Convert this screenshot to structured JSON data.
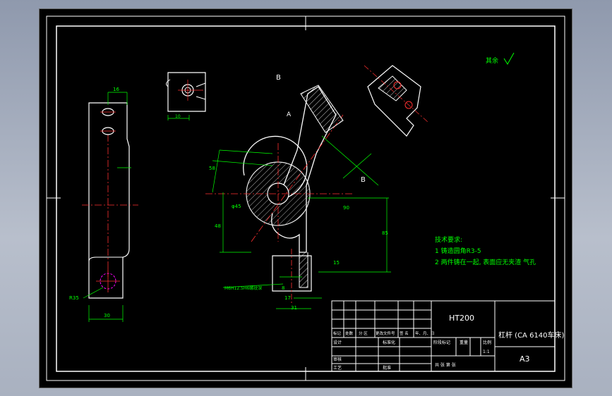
{
  "drawing": {
    "section_labels": {
      "b_left": "B",
      "b_right": "B",
      "a_arrow": "A"
    },
    "roughness_note": "其余",
    "tech_requirements": {
      "title": "技术要求:",
      "item1": "1 铸造圆角R3-5",
      "item2": "2 两件铸在一起, 表面应无夹渣 气孔"
    },
    "dimensions": {
      "top_width": "16",
      "bottom_width": "30",
      "radius": "R35",
      "dia_45": "φ45",
      "d_90": "90",
      "d_85": "85",
      "d_48": "48",
      "d_58": "58",
      "d_17": "17",
      "d_31": "31",
      "d_15": "15",
      "d_8": "8",
      "d_10": "10",
      "thread_note": "M6H12.5H6螺纹深"
    },
    "title_block": {
      "material": "HT200",
      "part_name": "杠杆 (CA 6140车床)",
      "sheet_size": "A3",
      "row_labels": [
        "标记",
        "处数",
        "分 区",
        "更改文件号",
        "签 名",
        "年、月、日"
      ],
      "design": "设计",
      "standardize": "标准化",
      "review": "审核",
      "process": "工艺",
      "approve": "批准",
      "stage_mark": "阶段标记",
      "weight": "重量",
      "scale": "比例",
      "scale_value": "1:1",
      "sheet_info": "共  张  第  张"
    }
  }
}
